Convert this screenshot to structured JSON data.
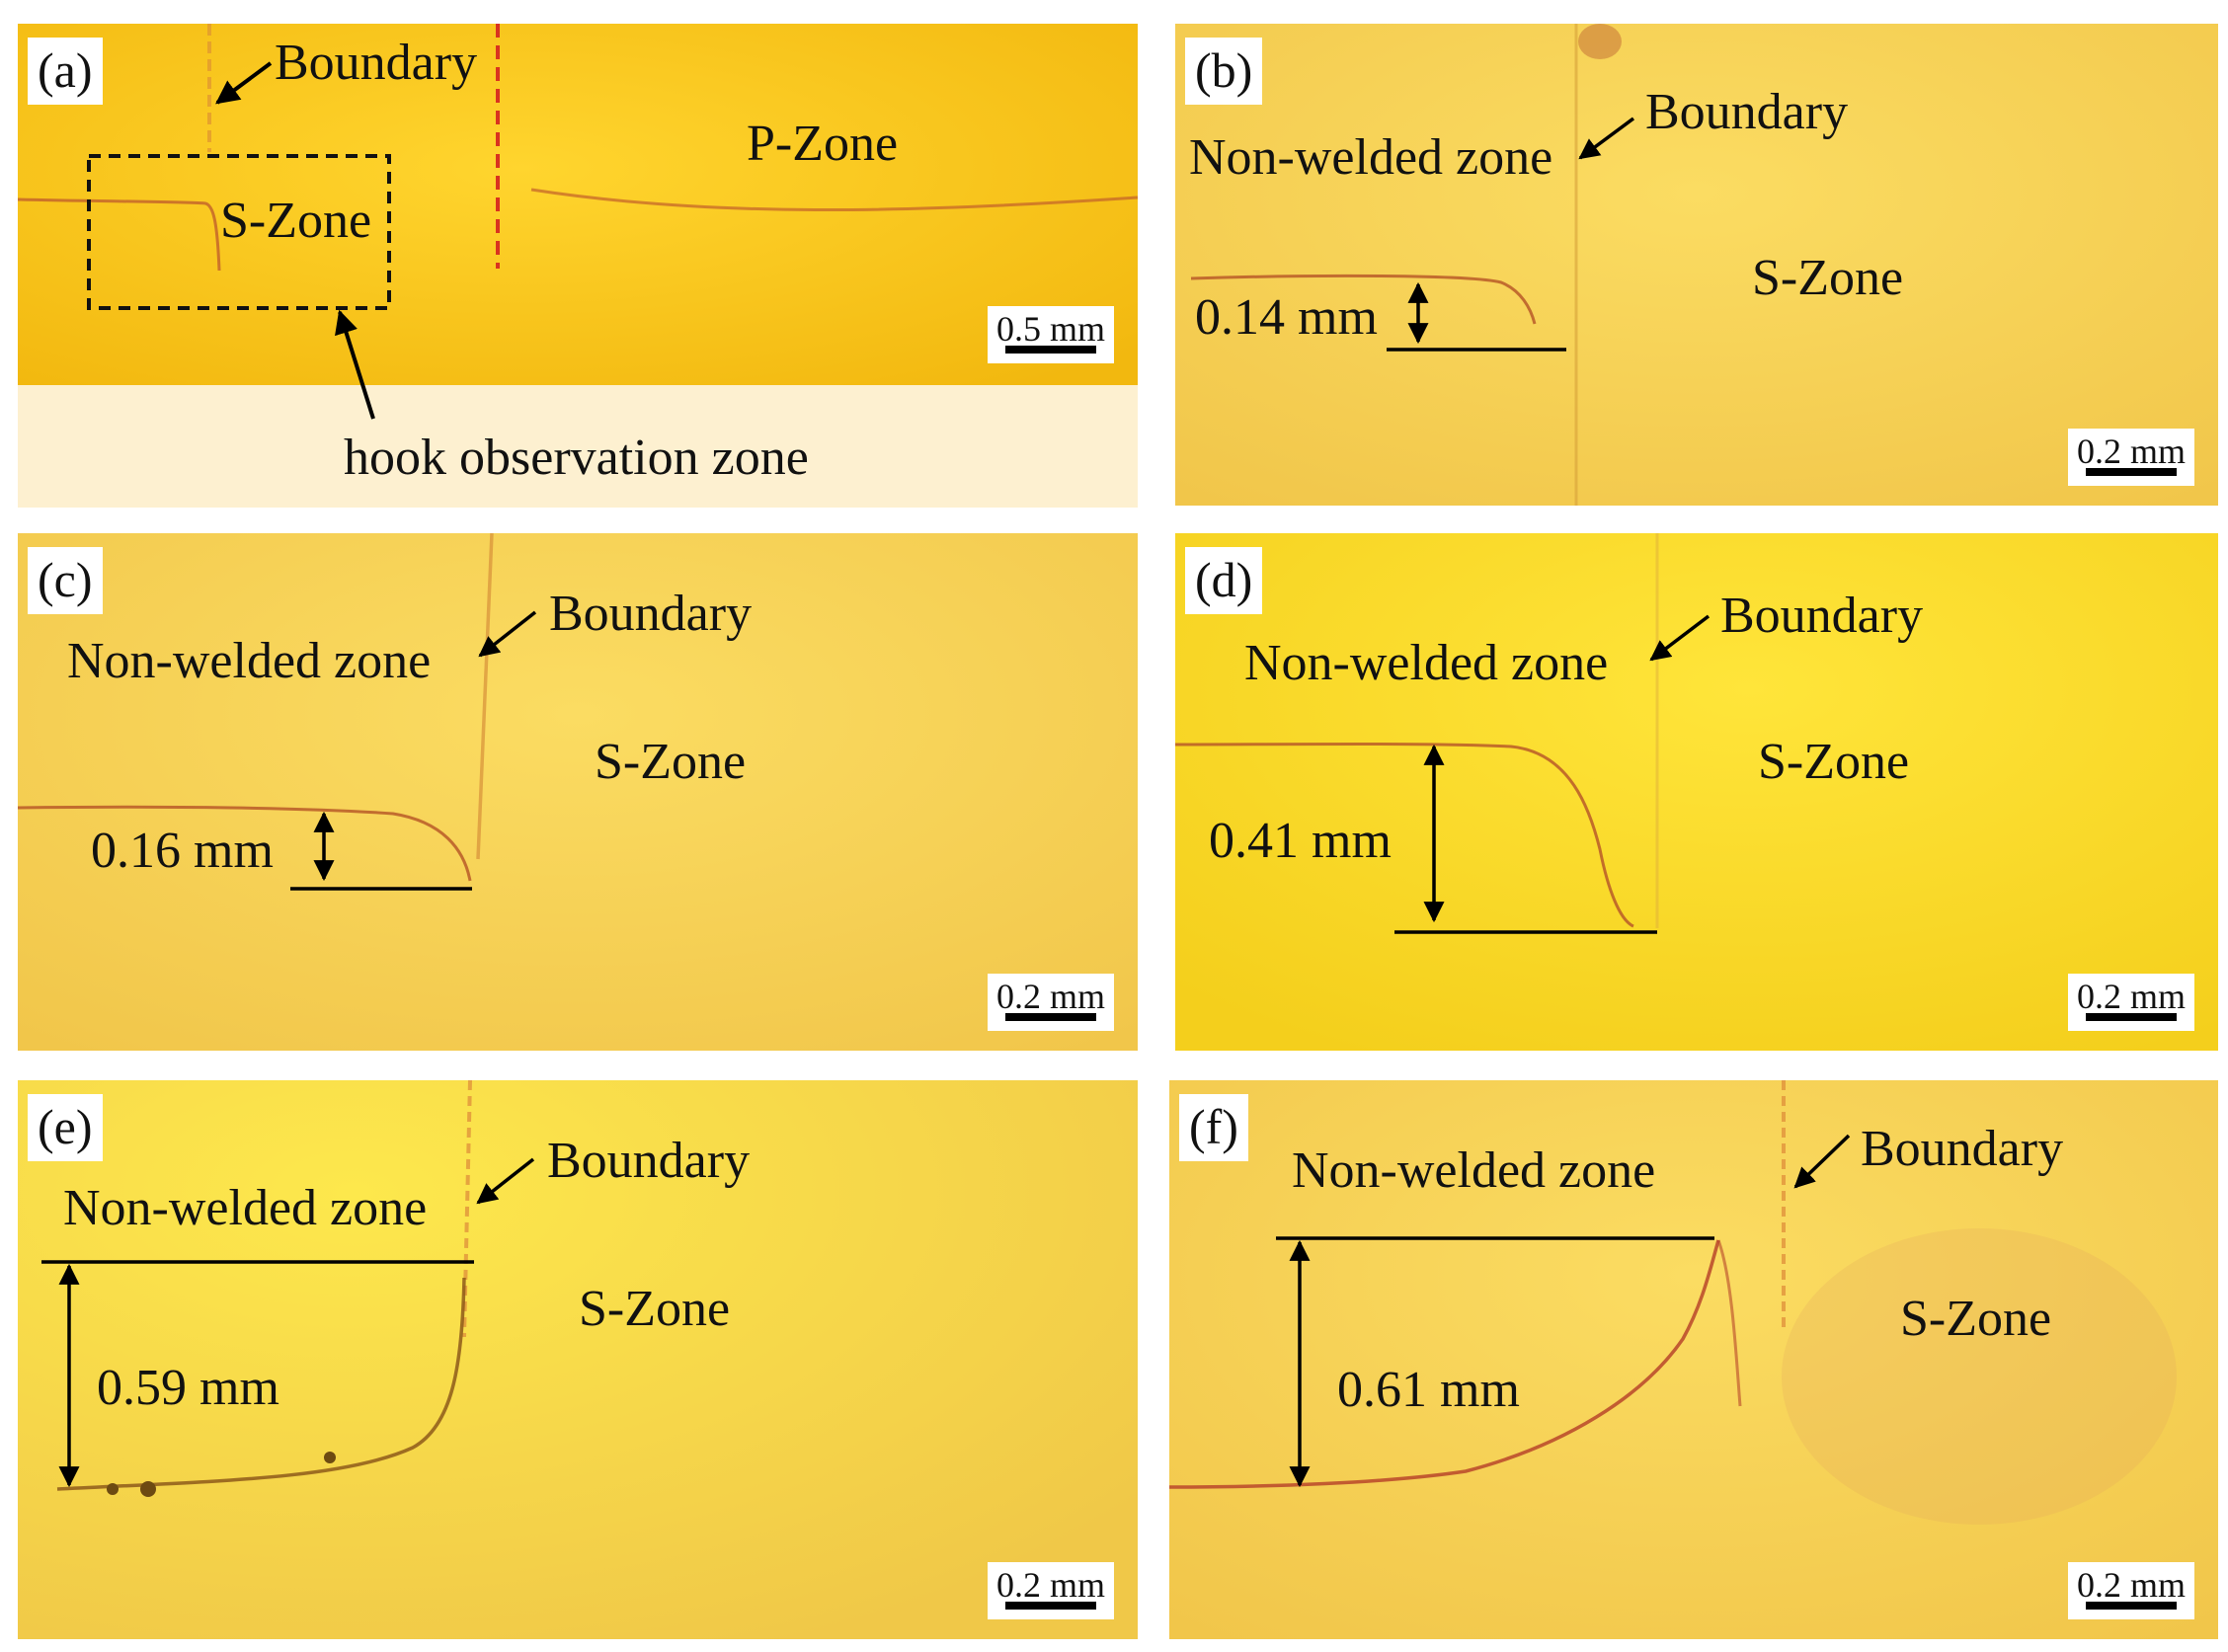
{
  "panels": {
    "a": {
      "label": "(a)",
      "boundary": "Boundary",
      "s_zone": "S-Zone",
      "p_zone": "P-Zone",
      "hook_zone": "hook observation zone",
      "scale": "0.5 mm"
    },
    "b": {
      "label": "(b)",
      "boundary": "Boundary",
      "non_welded": "Non-welded zone",
      "s_zone": "S-Zone",
      "measure": "0.14 mm",
      "scale": "0.2 mm"
    },
    "c": {
      "label": "(c)",
      "boundary": "Boundary",
      "non_welded": "Non-welded zone",
      "s_zone": "S-Zone",
      "measure": "0.16 mm",
      "scale": "0.2 mm"
    },
    "d": {
      "label": "(d)",
      "boundary": "Boundary",
      "non_welded": "Non-welded zone",
      "s_zone": "S-Zone",
      "measure": "0.41 mm",
      "scale": "0.2 mm"
    },
    "e": {
      "label": "(e)",
      "boundary": "Boundary",
      "non_welded": "Non-welded zone",
      "s_zone": "S-Zone",
      "measure": "0.59 mm",
      "scale": "0.2 mm"
    },
    "f": {
      "label": "(f)",
      "boundary": "Boundary",
      "non_welded": "Non-welded zone",
      "s_zone": "S-Zone",
      "measure": "0.61 mm",
      "scale": "0.2 mm"
    }
  },
  "colors": {
    "micrograph_yellow": "#f4c82e",
    "micrograph_bright": "#ffe34a",
    "hook_line": "#b85a28",
    "boundary_dash": "#d9331f",
    "lower_band": "#fdf0d0"
  }
}
